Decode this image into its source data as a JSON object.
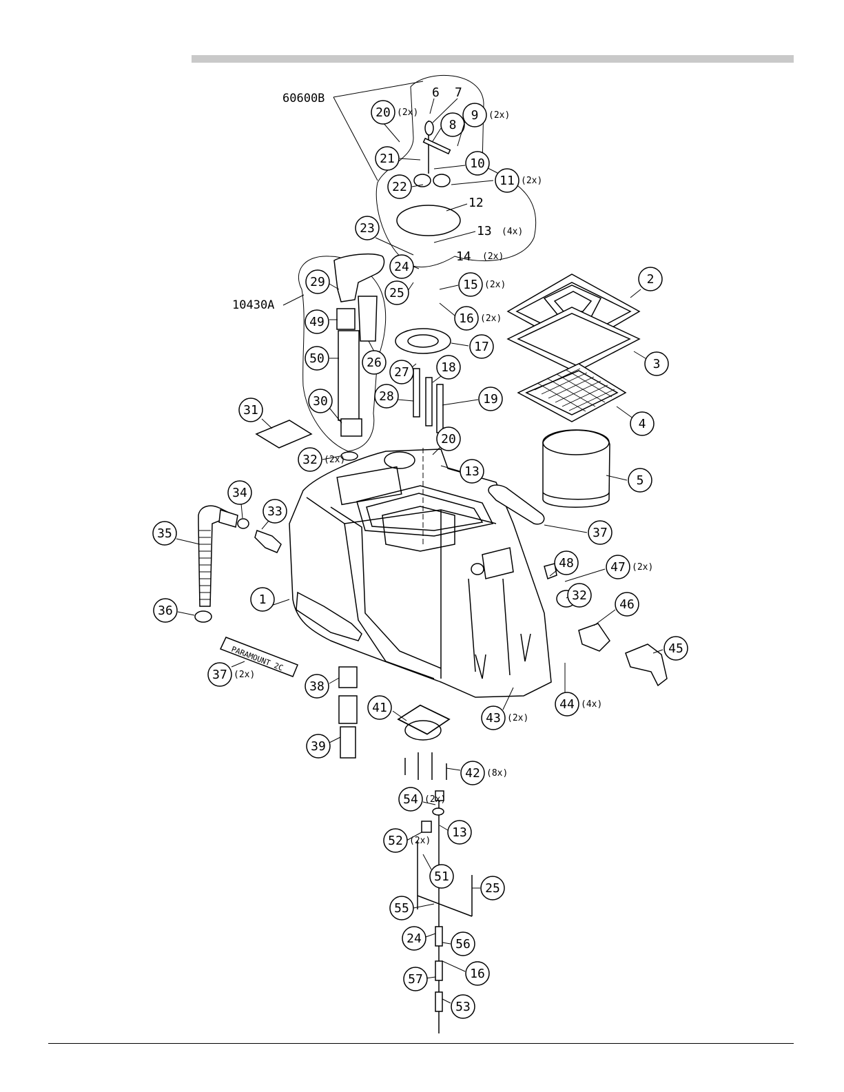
{
  "assemblies": [
    {
      "ref": "60600B"
    },
    {
      "ref": "10430A"
    }
  ],
  "callouts": [
    {
      "num": "1"
    },
    {
      "num": "2"
    },
    {
      "num": "3"
    },
    {
      "num": "4"
    },
    {
      "num": "5"
    },
    {
      "num": "6"
    },
    {
      "num": "7"
    },
    {
      "num": "8"
    },
    {
      "num": "9",
      "qty": "(2x)"
    },
    {
      "num": "10"
    },
    {
      "num": "11",
      "qty": "(2x)"
    },
    {
      "num": "12"
    },
    {
      "num": "13",
      "qty": "(4x)"
    },
    {
      "num": "14",
      "qty": "(2x)"
    },
    {
      "num": "15",
      "qty": "(2x)"
    },
    {
      "num": "16",
      "qty": "(2x)"
    },
    {
      "num": "17"
    },
    {
      "num": "18"
    },
    {
      "num": "19"
    },
    {
      "num": "20",
      "qty": "(2x)"
    },
    {
      "num": "21"
    },
    {
      "num": "22"
    },
    {
      "num": "23"
    },
    {
      "num": "24"
    },
    {
      "num": "25"
    },
    {
      "num": "26"
    },
    {
      "num": "27"
    },
    {
      "num": "28"
    },
    {
      "num": "29"
    },
    {
      "num": "49"
    },
    {
      "num": "50"
    },
    {
      "num": "30"
    },
    {
      "num": "31"
    },
    {
      "num": "32",
      "qty": "(2x)"
    },
    {
      "num": "20b"
    },
    {
      "num": "13b"
    },
    {
      "num": "34"
    },
    {
      "num": "33"
    },
    {
      "num": "35"
    },
    {
      "num": "36"
    },
    {
      "num": "37"
    },
    {
      "num": "48"
    },
    {
      "num": "47",
      "qty": "(2x)"
    },
    {
      "num": "32b"
    },
    {
      "num": "46"
    },
    {
      "num": "45"
    },
    {
      "num": "37b",
      "qty": "(2x)"
    },
    {
      "num": "38"
    },
    {
      "num": "39"
    },
    {
      "num": "41"
    },
    {
      "num": "42",
      "qty": "(8x)"
    },
    {
      "num": "43",
      "qty": "(2x)"
    },
    {
      "num": "44",
      "qty": "(4x)"
    },
    {
      "num": "54",
      "qty": "(2x)"
    },
    {
      "num": "13c"
    },
    {
      "num": "52",
      "qty": "(2x)"
    },
    {
      "num": "51"
    },
    {
      "num": "25b"
    },
    {
      "num": "55"
    },
    {
      "num": "24b"
    },
    {
      "num": "56"
    },
    {
      "num": "16b"
    },
    {
      "num": "57"
    },
    {
      "num": "53"
    }
  ],
  "labels": {
    "c1": "1",
    "c2": "2",
    "c3": "3",
    "c4": "4",
    "c5": "5",
    "c6": "6",
    "c7": "7",
    "c8": "8",
    "c9": "9",
    "c10": "10",
    "c11": "11",
    "c12": "12",
    "c13": "13",
    "c14": "14",
    "c15": "15",
    "c16": "16",
    "c17": "17",
    "c18": "18",
    "c19": "19",
    "c20": "20",
    "c21": "21",
    "c22": "22",
    "c23": "23",
    "c24": "24",
    "c25": "25",
    "c26": "26",
    "c27": "27",
    "c28": "28",
    "c29": "29",
    "c30": "30",
    "c31": "31",
    "c32": "32",
    "c33": "33",
    "c34": "34",
    "c35": "35",
    "c36": "36",
    "c37": "37",
    "c38": "38",
    "c39": "39",
    "c41": "41",
    "c42": "42",
    "c43": "43",
    "c44": "44",
    "c45": "45",
    "c46": "46",
    "c47": "47",
    "c48": "48",
    "c49": "49",
    "c50": "50",
    "c51": "51",
    "c52": "52",
    "c53": "53",
    "c54": "54",
    "c55": "55",
    "c56": "56",
    "c57": "57",
    "x2": "(2x)",
    "x4": "(4x)",
    "x8": "(8x)",
    "asm1": "60600B",
    "asm2": "10430A",
    "decal": "PARAMOUNT 2C"
  }
}
